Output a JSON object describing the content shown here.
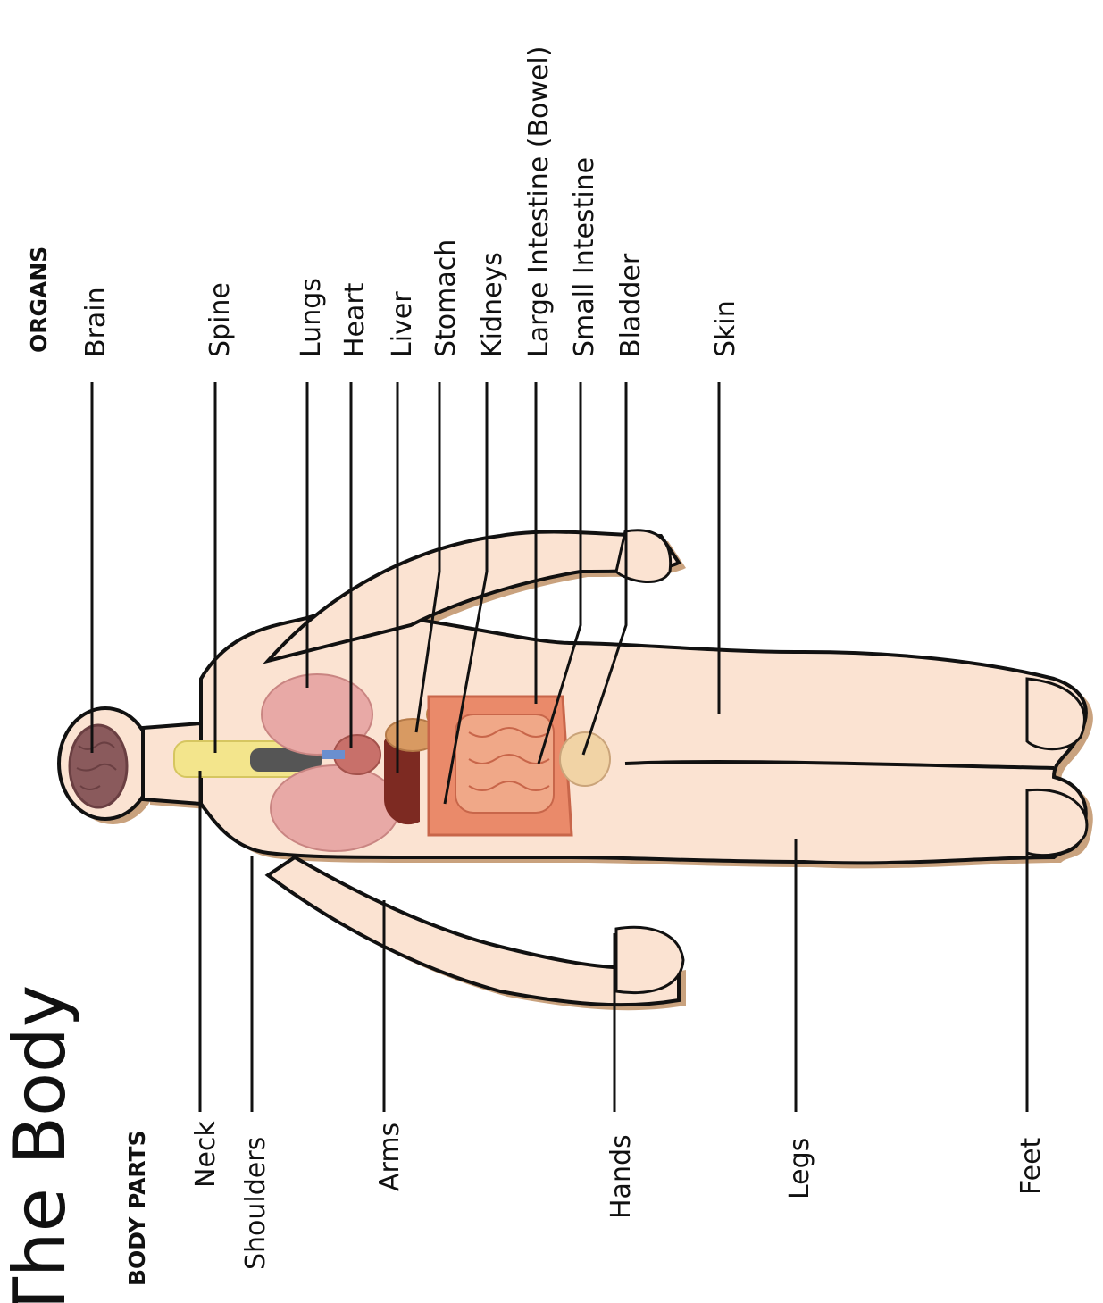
{
  "title": "The Body",
  "headers": {
    "organs": "ORGANS",
    "body_parts": "BODY PARTS"
  },
  "organs": {
    "brain": "Brain",
    "spine": "Spine",
    "lungs": "Lungs",
    "heart": "Heart",
    "liver": "Liver",
    "stomach": "Stomach",
    "kidneys": "Kidneys",
    "large_intestine": "Large Intestine (Bowel)",
    "small_intestine": "Small Intestine",
    "bladder": "Bladder",
    "skin": "Skin"
  },
  "body_parts": {
    "neck": "Neck",
    "shoulders": "Shoulders",
    "arms": "Arms",
    "hands": "Hands",
    "legs": "Legs",
    "feet": "Feet"
  },
  "colors": {
    "skin": "#fbe3d2",
    "outline": "#111111",
    "shadow": "#c9a27e",
    "brain": "#8a5a5c",
    "spine": "#f3e58c",
    "lungs": "#e8a9a6",
    "heart": "#c8706a",
    "liver": "#7d2a22",
    "stomach": "#d89a62",
    "kidneys": "#e0a96c",
    "intestine": "#ea8a6a",
    "bladder": "#f1d3a5"
  }
}
